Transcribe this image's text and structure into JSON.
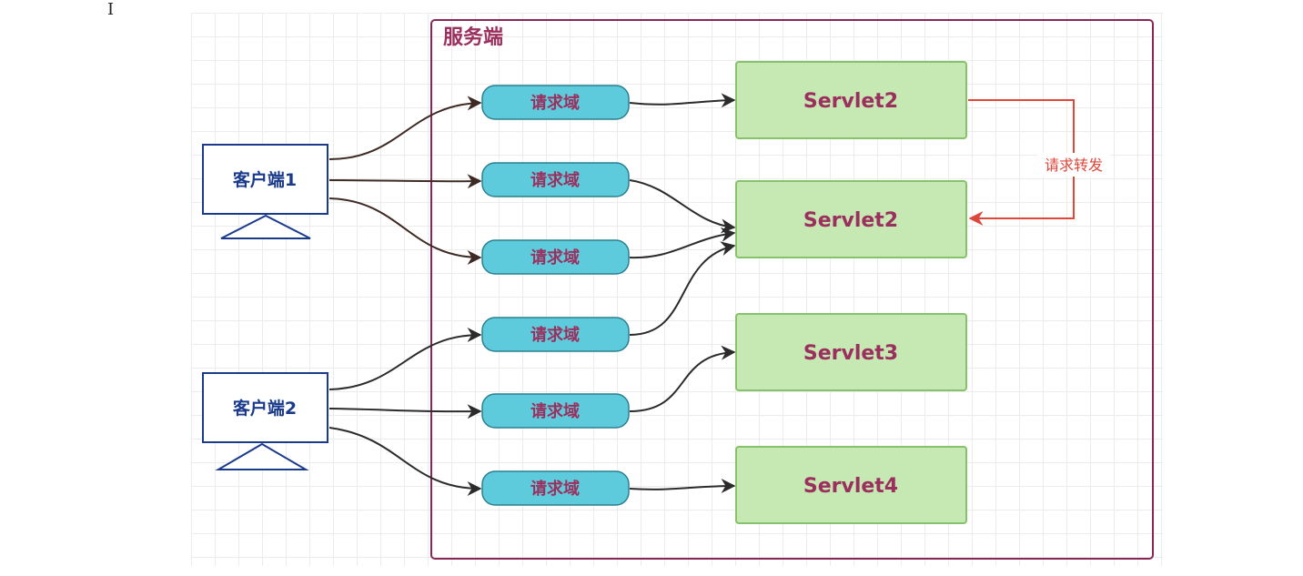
{
  "server": {
    "title": "服务端"
  },
  "clients": [
    {
      "label": "客户端1"
    },
    {
      "label": "客户端2"
    }
  ],
  "request_scopes": [
    {
      "label": "请求域"
    },
    {
      "label": "请求域"
    },
    {
      "label": "请求域"
    },
    {
      "label": "请求域"
    },
    {
      "label": "请求域"
    },
    {
      "label": "请求域"
    }
  ],
  "servlets": [
    {
      "label": "Servlet2"
    },
    {
      "label": "Servlet2"
    },
    {
      "label": "Servlet3"
    },
    {
      "label": "Servlet4"
    }
  ],
  "forward": {
    "label": "请求转发"
  },
  "colors": {
    "server_border": "#8a2655",
    "client_border": "#1a3a8c",
    "pill_fill": "#5ecbdc",
    "servlet_fill": "#c6e8b3",
    "forward_arrow": "#e0463a"
  }
}
